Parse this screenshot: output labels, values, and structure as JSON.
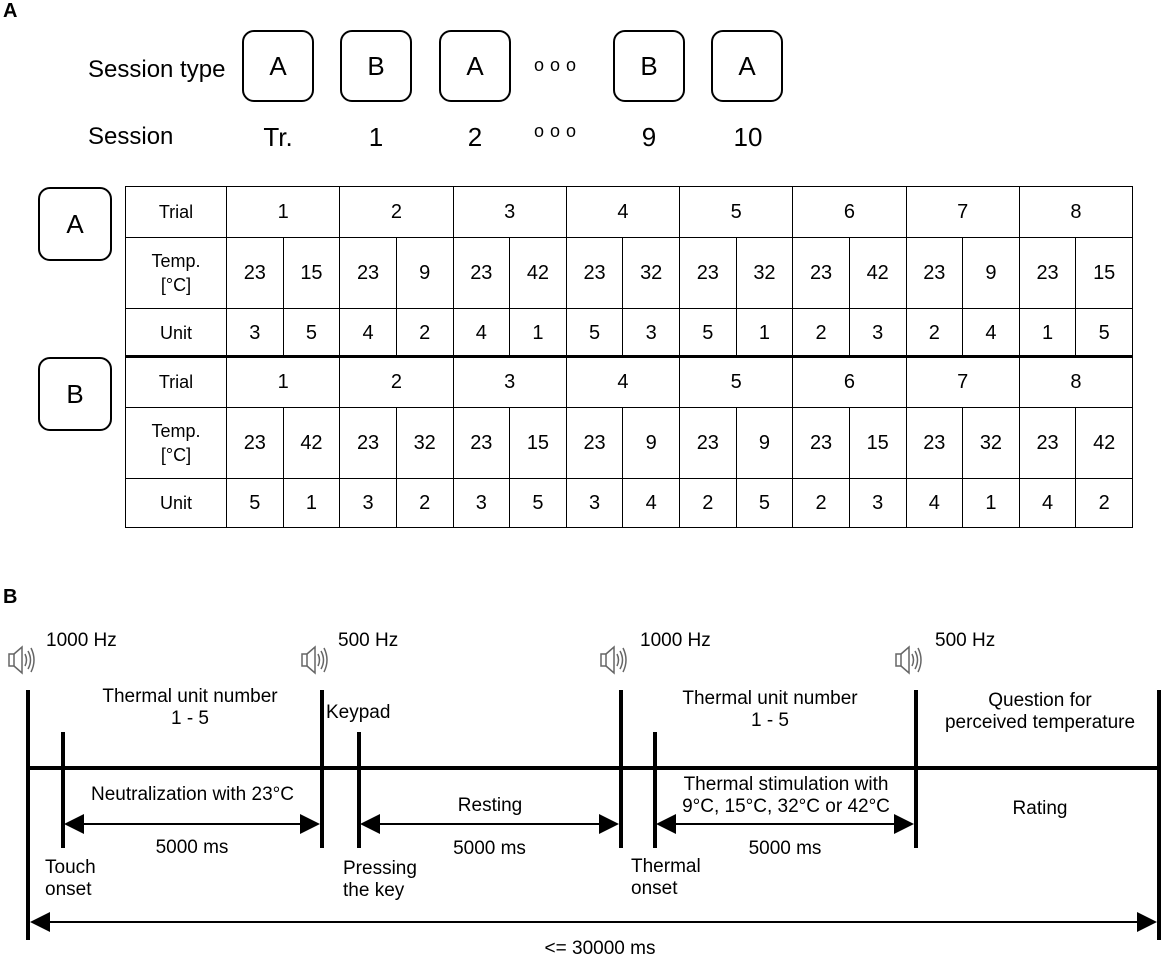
{
  "panel_a": {
    "label": "A",
    "session_type_label": "Session type",
    "session_label": "Session",
    "session_types": [
      "A",
      "B",
      "A",
      "B",
      "A"
    ],
    "sessions": [
      "Tr.",
      "1",
      "2",
      "9",
      "10"
    ],
    "dots": "ooo",
    "table_a": {
      "box": "A",
      "trial_label": "Trial",
      "temp_label_1": "Temp.",
      "temp_label_2": "[°C]",
      "unit_label": "Unit",
      "trials": [
        "1",
        "2",
        "3",
        "4",
        "5",
        "6",
        "7",
        "8"
      ],
      "temps": [
        "23",
        "15",
        "23",
        "9",
        "23",
        "42",
        "23",
        "32",
        "23",
        "32",
        "23",
        "42",
        "23",
        "9",
        "23",
        "15"
      ],
      "units": [
        "3",
        "5",
        "4",
        "2",
        "4",
        "1",
        "5",
        "3",
        "5",
        "1",
        "2",
        "3",
        "2",
        "4",
        "1",
        "5"
      ]
    },
    "table_b": {
      "box": "B",
      "trial_label": "Trial",
      "temp_label_1": "Temp.",
      "temp_label_2": "[°C]",
      "unit_label": "Unit",
      "trials": [
        "1",
        "2",
        "3",
        "4",
        "5",
        "6",
        "7",
        "8"
      ],
      "temps": [
        "23",
        "42",
        "23",
        "32",
        "23",
        "15",
        "23",
        "9",
        "23",
        "9",
        "23",
        "15",
        "23",
        "32",
        "23",
        "42"
      ],
      "units": [
        "5",
        "1",
        "3",
        "2",
        "3",
        "5",
        "3",
        "4",
        "2",
        "5",
        "2",
        "3",
        "4",
        "1",
        "4",
        "2"
      ]
    }
  },
  "panel_b": {
    "label": "B",
    "tones": [
      "1000 Hz",
      "500 Hz",
      "1000 Hz",
      "500 Hz"
    ],
    "thermal_unit_1": "Thermal unit number",
    "thermal_unit_2": "1 - 5",
    "thermal_unit_b1": "Thermal unit number",
    "thermal_unit_b2": "1 - 5",
    "keypad": "Keypad",
    "question_1": "Question for",
    "question_2": "perceived temperature",
    "neutralization": "Neutralization with 23°C",
    "resting": "Resting",
    "stim_1": "Thermal stimulation with",
    "stim_2": "9°C, 15°C, 32°C or 42°C",
    "rating": "Rating",
    "dur_1": "5000 ms",
    "dur_2": "5000 ms",
    "dur_3": "5000 ms",
    "touch_1": "Touch",
    "touch_2": "onset",
    "press_1": "Pressing",
    "press_2": "the key",
    "thermal_onset_1": "Thermal",
    "thermal_onset_2": "onset",
    "total": "<= 30000 ms"
  }
}
